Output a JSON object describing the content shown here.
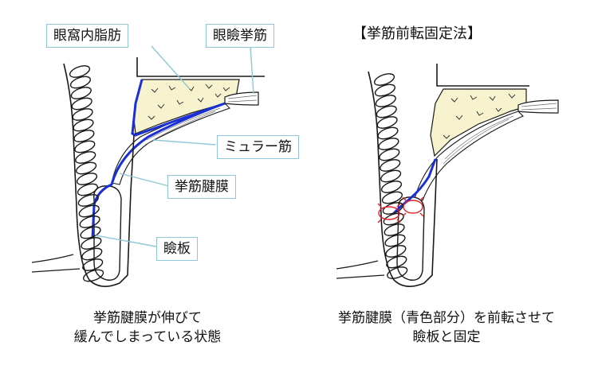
{
  "labels": {
    "orbital_fat": "眼窩内脂肪",
    "levator_muscle": "眼瞼挙筋",
    "muller_muscle": "ミュラー筋",
    "levator_aponeurosis": "挙筋腱膜",
    "tarsus": "瞼板"
  },
  "right_title": "【挙筋前転固定法】",
  "captions": {
    "left_line1": "挙筋腱膜が伸びて",
    "left_line2": "緩んでしまっている状態",
    "right_line1": "挙筋腱膜（青色部分）を前転させて",
    "right_line2": "瞼板と固定"
  },
  "colors": {
    "fat_fill": "#f7f3cf",
    "aponeurosis": "#1a2fd6",
    "leader_line": "#8ec7d8",
    "suture": "#e0202a",
    "ink": "#1a1a1a"
  }
}
